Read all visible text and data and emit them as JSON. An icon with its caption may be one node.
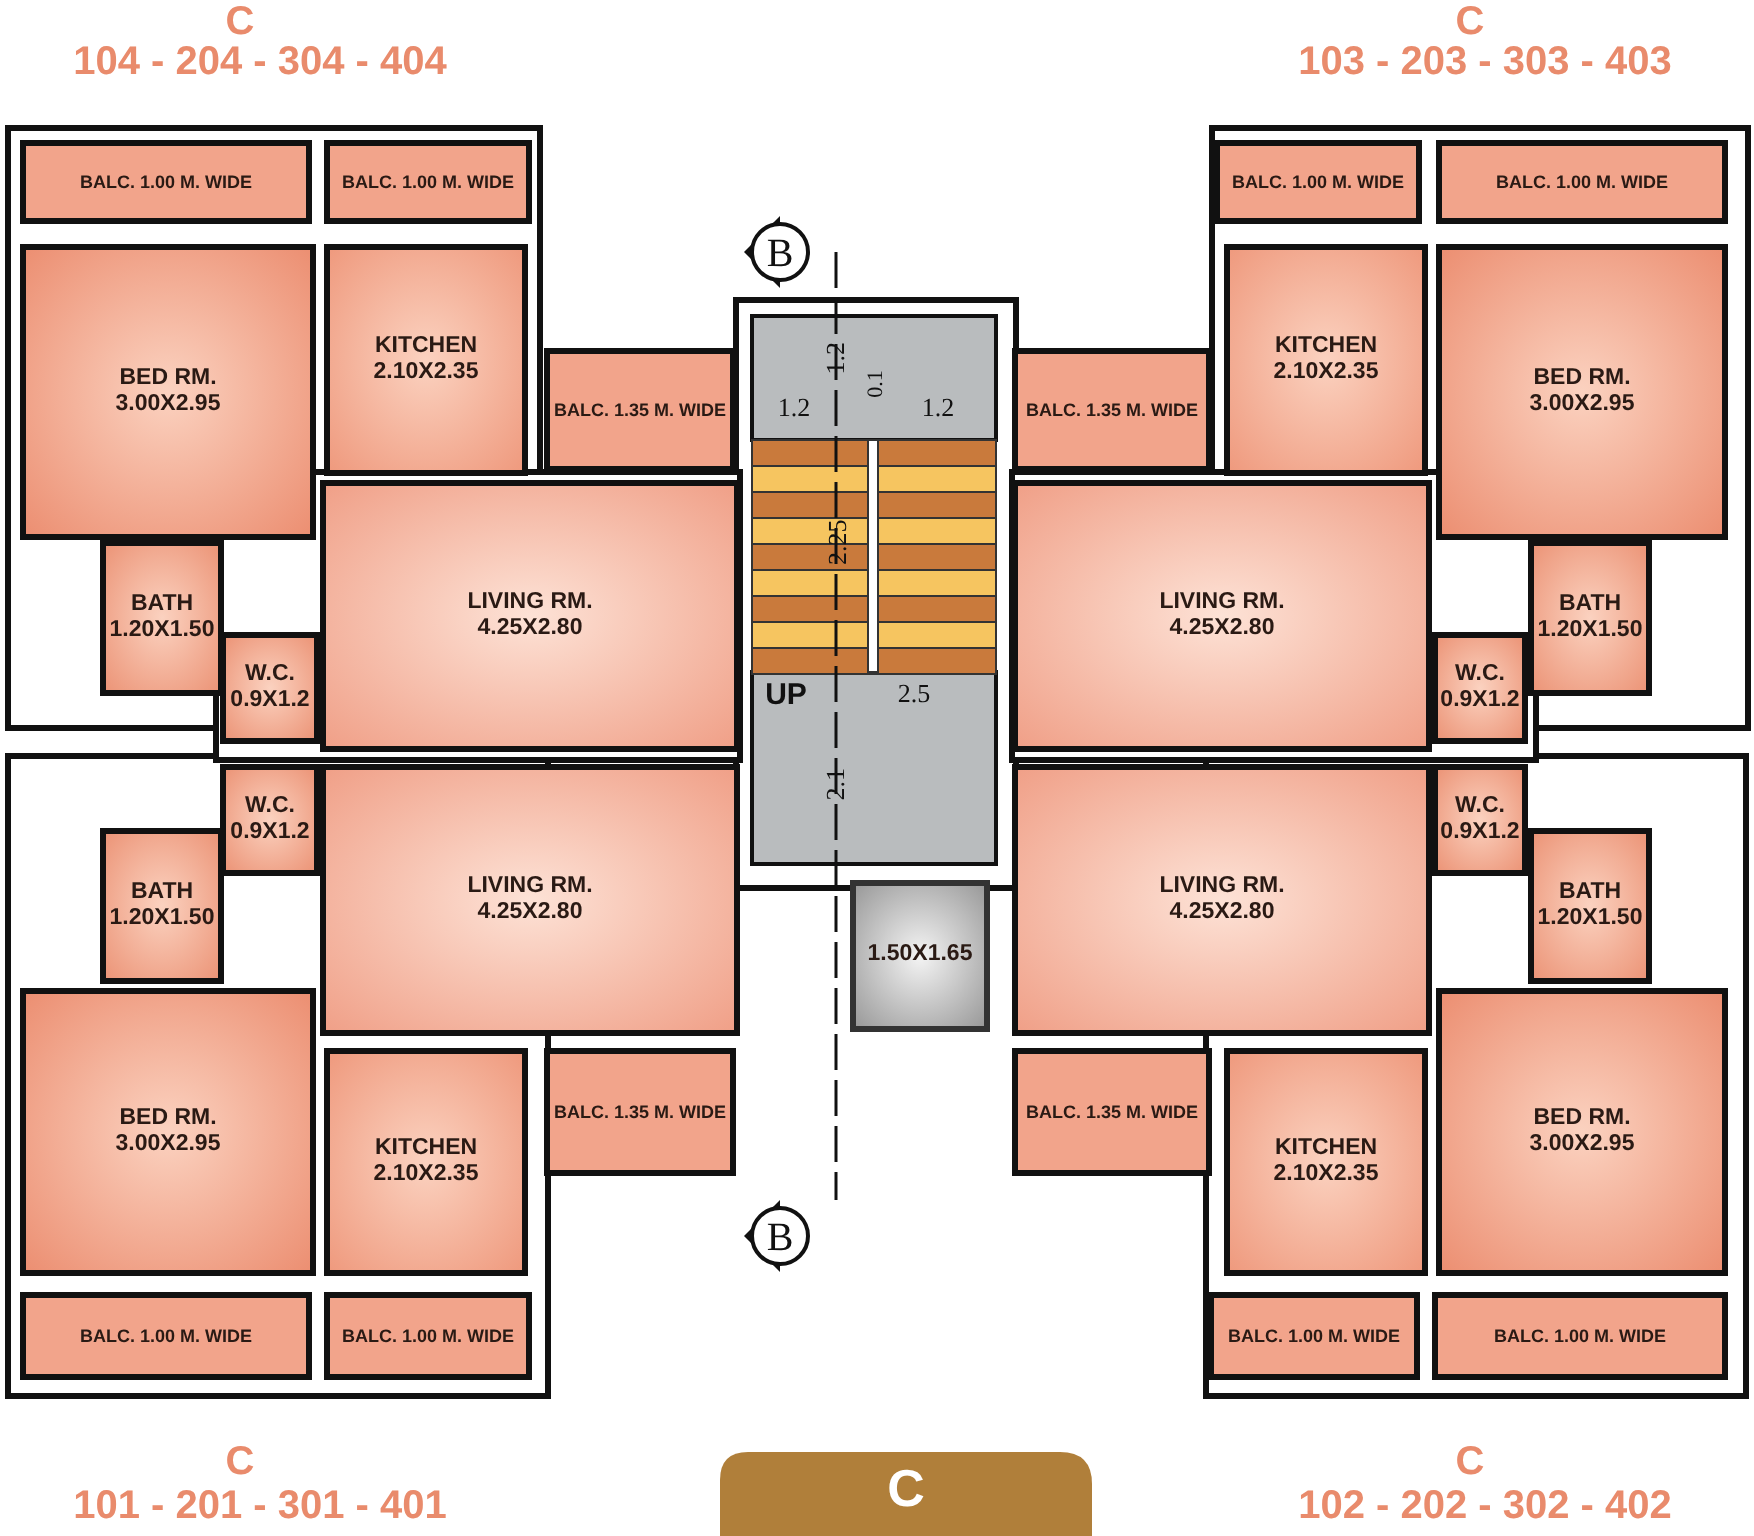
{
  "diagram": {
    "nodes": [
      {
        "text": [
          "BALC. 1.00 M. WIDE"
        ]
      },
      {
        "text": [
          "BALC. 1.00 M. WIDE"
        ]
      },
      {
        "text": [
          "BALC. 1.00 M. WIDE"
        ]
      },
      {
        "text": [
          "BALC. 1.00 M. WIDE"
        ]
      },
      {
        "text": [
          "BED RM.",
          "3.00X2.95"
        ]
      },
      {
        "text": [
          "KITCHEN",
          "2.10X2.35"
        ]
      },
      {
        "text": [
          "KITCHEN",
          "2.10X2.35"
        ]
      },
      {
        "text": [
          "BED RM.",
          "3.00X2.95"
        ]
      },
      {
        "text": [
          "BALC. 1.35 M. WIDE"
        ]
      },
      {
        "text": [
          "BALC. 1.35 M. WIDE"
        ]
      },
      {
        "text": [
          "LIVING RM.",
          "4.25X2.80"
        ]
      },
      {
        "text": [
          "LIVING RM.",
          "4.25X2.80"
        ]
      },
      {
        "text": [
          "BATH",
          "1.20X1.50"
        ]
      },
      {
        "text": [
          "BATH",
          "1.20X1.50"
        ]
      },
      {
        "text": [
          "W.C.",
          "0.9X1.2"
        ]
      },
      {
        "text": [
          "W.C.",
          "0.9X1.2"
        ]
      },
      {
        "text": [
          "W.C.",
          "0.9X1.2"
        ]
      },
      {
        "text": [
          "W.C.",
          "0.9X1.2"
        ]
      },
      {
        "text": [
          "BATH",
          "1.20X1.50"
        ]
      },
      {
        "text": [
          "BATH",
          "1.20X1.50"
        ]
      },
      {
        "text": [
          "LIVING RM.",
          "4.25X2.80"
        ]
      },
      {
        "text": [
          "LIVING RM.",
          "4.25X2.80"
        ]
      },
      {
        "text": [
          "1.50X1.65"
        ]
      },
      {
        "text": [
          "BED RM.",
          "3.00X2.95"
        ]
      },
      {
        "text": [
          "BED RM.",
          "3.00X2.95"
        ]
      },
      {
        "text": [
          "BALC. 1.35 M. WIDE"
        ]
      },
      {
        "text": [
          "KITCHEN",
          "2.10X2.35"
        ]
      },
      {
        "text": [
          "BALC. 1.35 M. WIDE"
        ]
      },
      {
        "text": [
          "KITCHEN",
          "2.10X2.35"
        ]
      },
      {
        "text": [
          "BALC. 1.00 M. WIDE"
        ]
      },
      {
        "text": [
          "BALC. 1.00 M. WIDE"
        ]
      },
      {
        "text": [
          "BALC. 1.00 M. WIDE"
        ]
      },
      {
        "text": [
          "BALC. 1.00 M. WIDE"
        ]
      }
    ],
    "edges": [],
    "labels": [
      "C",
      "C",
      "104 - 204 - 304 - 404",
      "103 - 203 - 303 - 403",
      "B",
      "1.2",
      "1.2",
      "0.1",
      "1.2",
      "2.25",
      "UP",
      "2.5",
      "2.1",
      "B",
      "C",
      "C",
      "C",
      "101 - 201 - 301 - 401",
      "102 - 202 - 302 - 402"
    ]
  }
}
